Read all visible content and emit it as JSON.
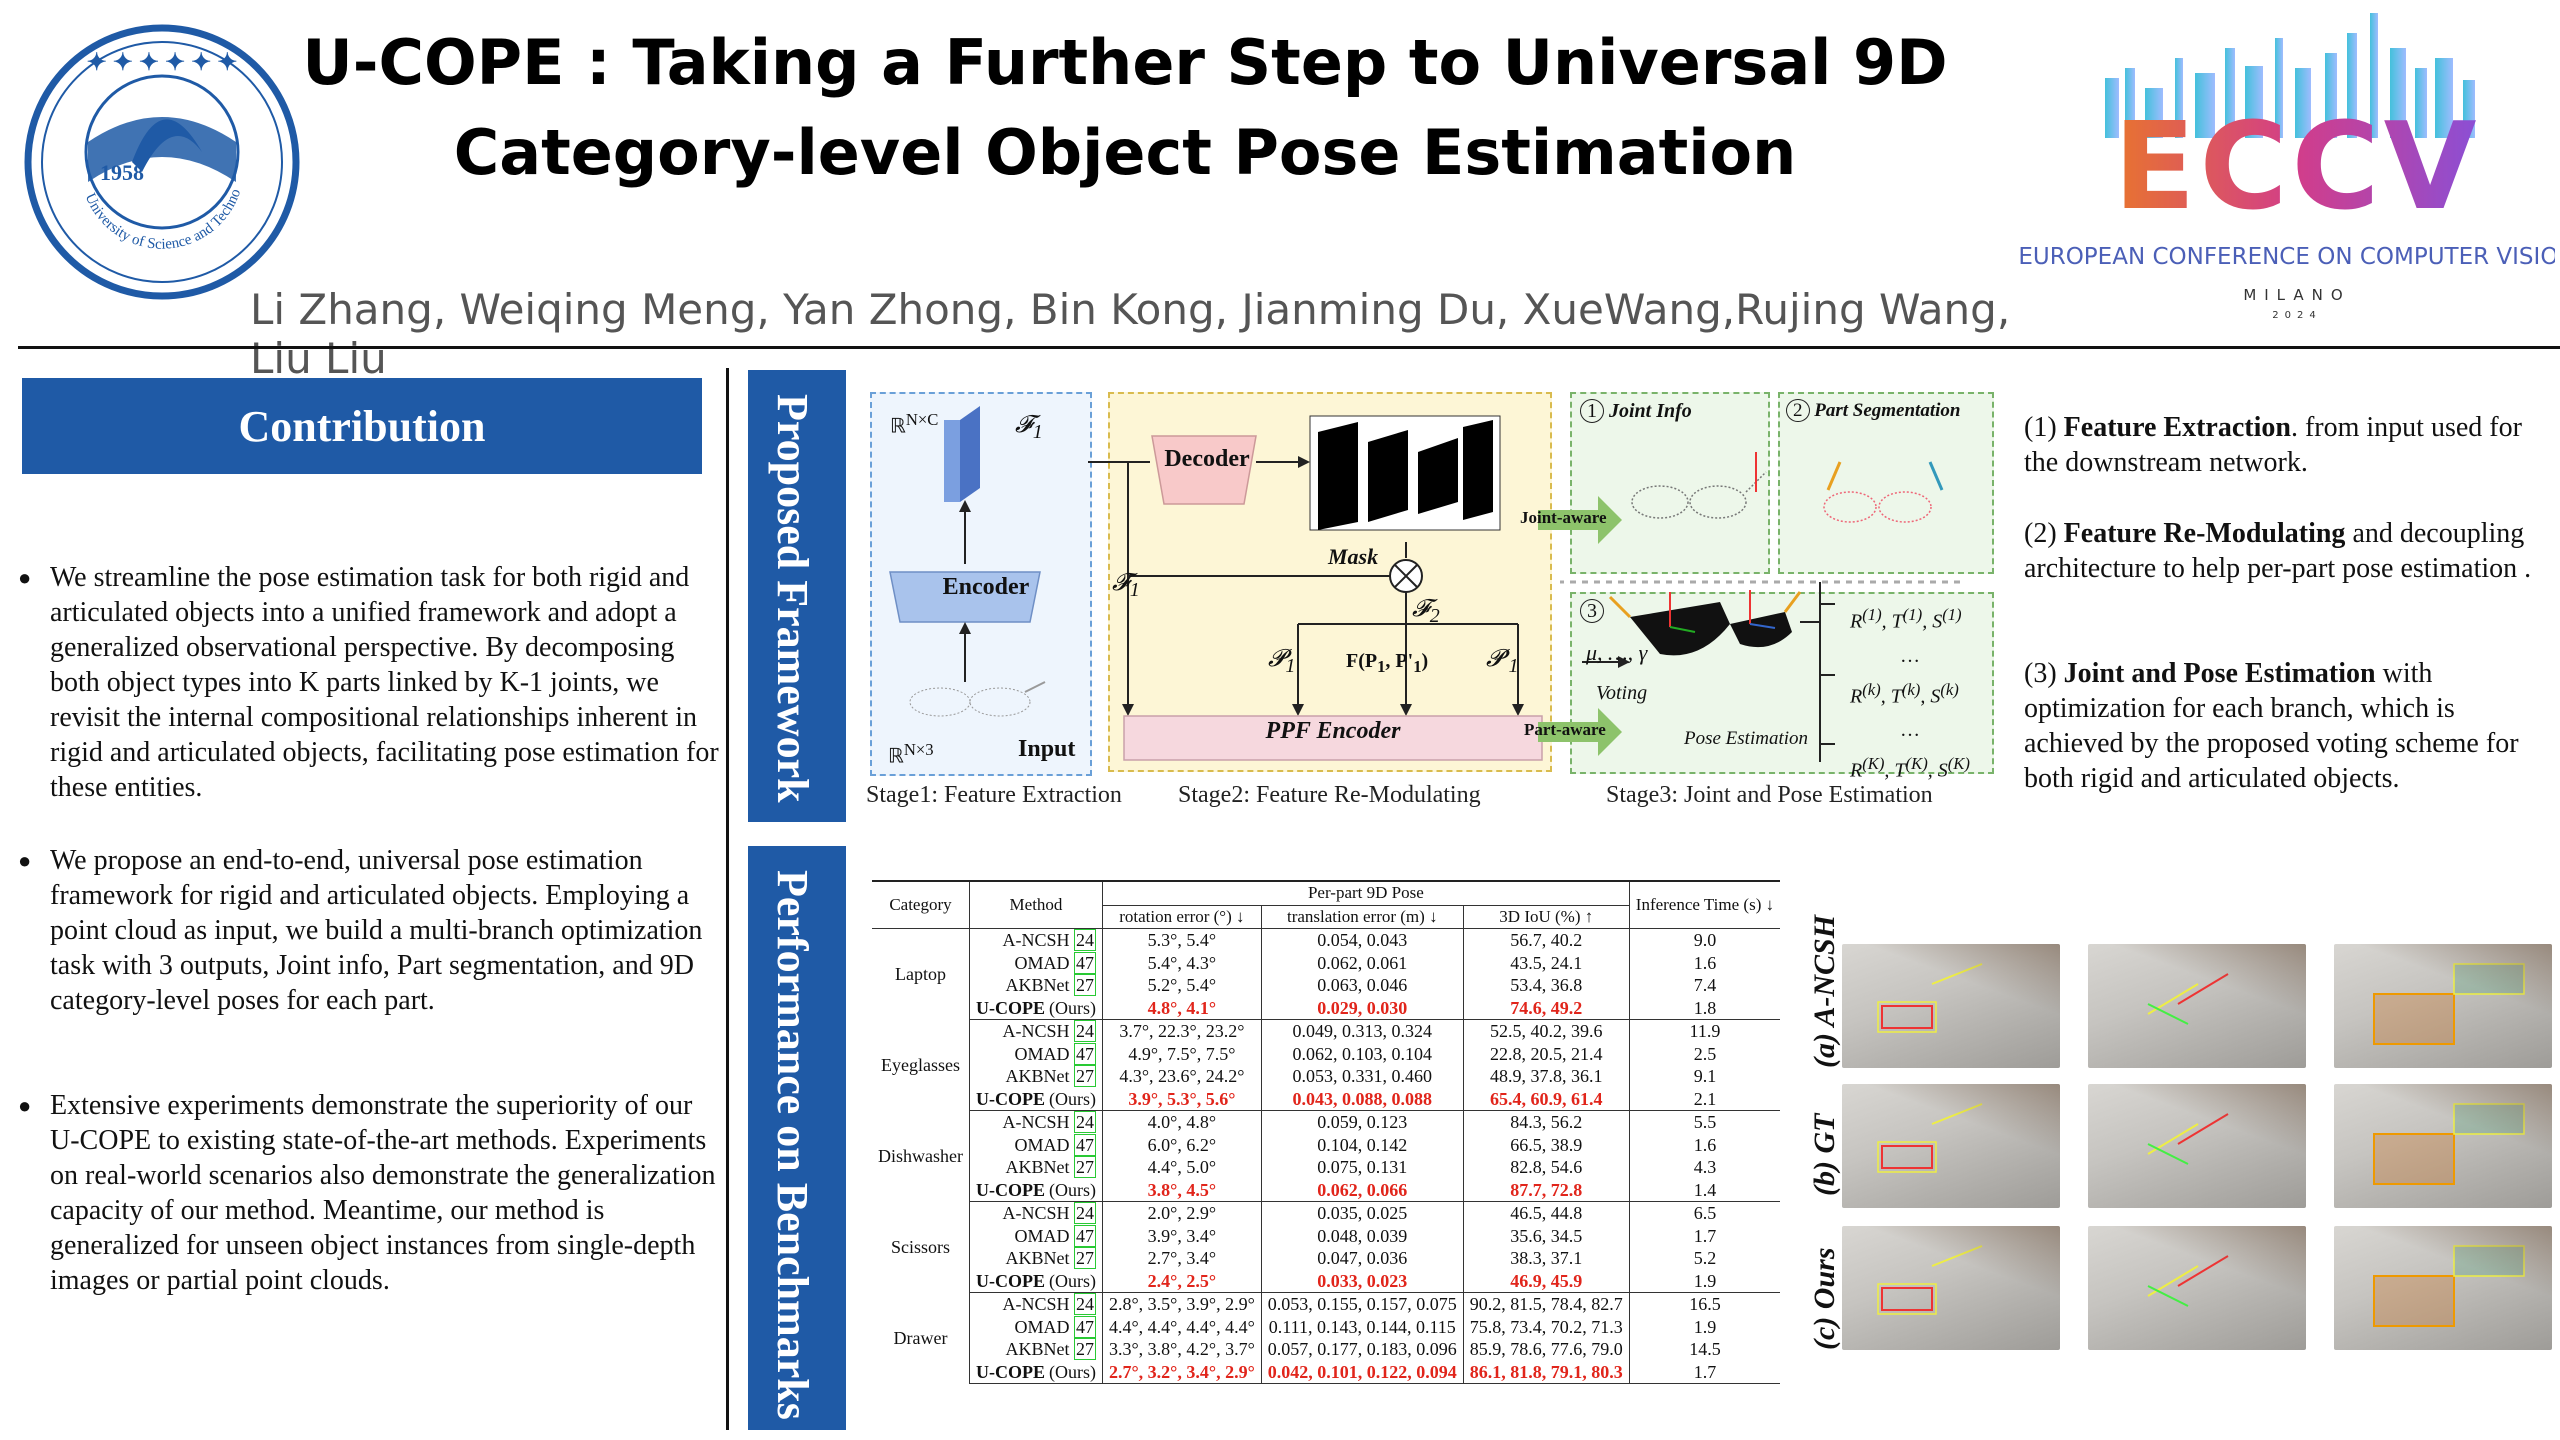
{
  "header": {
    "title_line1": "U-COPE : Taking a Further Step to Universal 9D",
    "title_line2": "Category-level Object Pose Estimation",
    "authors": "Li Zhang, Weiqing Meng, Yan Zhong, Bin Kong, Jianming Du, XueWang,Rujing Wang, Liu Liu",
    "logo_year": "1958",
    "logo_text": "University of Science and Technology of China",
    "eccv_name": "ECCV",
    "eccv_subtitle": "EUROPEAN CONFERENCE ON COMPUTER VISION",
    "eccv_city": "MILANO",
    "eccv_year": "2024"
  },
  "contribution": {
    "heading": "Contribution",
    "bullets": [
      "We streamline the pose estimation task for both rigid and articulated objects into a unified framework and adopt a generalized observational perspective. By decomposing both object types into K parts linked by K-1 joints, we revisit the internal compositional relationships inherent in rigid and articulated objects, facilitating pose estimation for these entities.",
      "We propose an end-to-end, universal pose estimation framework for rigid and articulated objects. Employing a point cloud as input, we build a multi-branch optimization task with 3 outputs,  Joint info, Part segmentation, and 9D category-level poses for each part.",
      "Extensive experiments demonstrate the superiority of our U-COPE to existing state-of-the-art methods. Experiments on real-world scenarios also demonstrate the generalization capacity of our method. Meantime, our method is generalized for unseen object instances from single-depth images or partial point clouds."
    ]
  },
  "framework": {
    "side_label": "Proposed Framework",
    "rnc": "ℝ",
    "rnc_sup": "N×C",
    "rn3_sup": "N×3",
    "f1": "𝓕",
    "f1_sub": "1",
    "f2_sub": "2",
    "encoder": "Encoder",
    "input": "Input",
    "decoder": "Decoder",
    "mask": "Mask",
    "p1": "𝓟",
    "p1_sub": "1",
    "fp": "F(P",
    "fp_rest": ", P'",
    "ppf": "PPF  Encoder",
    "joint_info": "Joint Info",
    "part_seg": "Part Segmentation",
    "joint_aware": "Joint-aware",
    "part_aware": "Part-aware",
    "circle1": "1",
    "circle2": "2",
    "circle3": "3",
    "mu": "μ, …, γ",
    "voting": "Voting",
    "pose_est": "Pose Estimation",
    "dots": "…",
    "stage1": "Stage1: Feature Extraction",
    "stage2": "Stage2: Feature Re-Modulating",
    "stage3": "Stage3: Joint and Pose Estimation",
    "notes": [
      {
        "num": "(1)",
        "bold": "Feature Extraction",
        "rest": ". from input used for the downstream network."
      },
      {
        "num": "(2)",
        "bold": "Feature Re-Modulating",
        "rest": " and decoupling architecture to help per-part pose estimation ."
      },
      {
        "num": "(3)",
        "bold": "Joint and Pose Estimation",
        "rest": " with optimization for each branch, which is achieved by the proposed voting scheme for both rigid and articulated objects."
      }
    ]
  },
  "benchmarks": {
    "side_label": "Performance on Benchmarks",
    "table": {
      "h_category": "Category",
      "h_method": "Method",
      "h_perpart": "Per-part 9D Pose",
      "h_rot": "rotation error (°) ↓",
      "h_trans": "translation error (m) ↓",
      "h_iou": "3D IoU (%) ↑",
      "h_time": "Inference Time  (s) ↓",
      "groups": [
        {
          "category": "Laptop",
          "rows": [
            {
              "m": "A-NCSH ",
              "ref": "24",
              "rot": "5.3°, 5.4°",
              "trans": "0.054, 0.043",
              "iou": "56.7, 40.2",
              "time": "9.0"
            },
            {
              "m": "OMAD ",
              "ref": "47",
              "rot": "5.4°, 4.3°",
              "trans": "0.062, 0.061",
              "iou": "43.5, 24.1",
              "time": "1.6"
            },
            {
              "m": "AKBNet ",
              "ref": "27",
              "rot": "5.2°, 5.4°",
              "trans": "0.063, 0.046",
              "iou": "53.4, 36.8",
              "time": "7.4"
            },
            {
              "m": "U-COPE",
              "ref": "",
              "ours": "(Ours)",
              "rot": "4.8°, 4.1°",
              "trans": "0.029, 0.030",
              "iou": "74.6, 49.2",
              "time": "1.8"
            }
          ]
        },
        {
          "category": "Eyeglasses",
          "rows": [
            {
              "m": "A-NCSH ",
              "ref": "24",
              "rot": "3.7°, 22.3°, 23.2°",
              "trans": "0.049, 0.313, 0.324",
              "iou": "52.5, 40.2, 39.6",
              "time": "11.9"
            },
            {
              "m": "OMAD ",
              "ref": "47",
              "rot": "4.9°, 7.5°, 7.5°",
              "trans": "0.062, 0.103, 0.104",
              "iou": "22.8, 20.5, 21.4",
              "time": "2.5"
            },
            {
              "m": "AKBNet ",
              "ref": "27",
              "rot": "4.3°, 23.6°, 24.2°",
              "trans": "0.053, 0.331, 0.460",
              "iou": "48.9, 37.8, 36.1",
              "time": "9.1"
            },
            {
              "m": "U-COPE",
              "ref": "",
              "ours": "(Ours)",
              "rot": "3.9°, 5.3°, 5.6°",
              "trans": "0.043, 0.088, 0.088",
              "iou": "65.4, 60.9, 61.4",
              "time": "2.1"
            }
          ]
        },
        {
          "category": "Dishwasher",
          "rows": [
            {
              "m": "A-NCSH ",
              "ref": "24",
              "rot": "4.0°, 4.8°",
              "trans": "0.059, 0.123",
              "iou": "84.3, 56.2",
              "time": "5.5"
            },
            {
              "m": "OMAD ",
              "ref": "47",
              "rot": "6.0°, 6.2°",
              "trans": "0.104, 0.142",
              "iou": "66.5, 38.9",
              "time": "1.6"
            },
            {
              "m": "AKBNet ",
              "ref": "27",
              "rot": "4.4°, 5.0°",
              "trans": "0.075, 0.131",
              "iou": "82.8, 54.6",
              "time": "4.3"
            },
            {
              "m": "U-COPE",
              "ref": "",
              "ours": "(Ours)",
              "rot": "3.8°, 4.5°",
              "trans": "0.062, 0.066",
              "iou": "87.7, 72.8",
              "time": "1.4"
            }
          ]
        },
        {
          "category": "Scissors",
          "rows": [
            {
              "m": "A-NCSH ",
              "ref": "24",
              "rot": "2.0°, 2.9°",
              "trans": "0.035, 0.025",
              "iou": "46.5, 44.8",
              "time": "6.5"
            },
            {
              "m": "OMAD ",
              "ref": "47",
              "rot": "3.9°, 3.4°",
              "trans": "0.048, 0.039",
              "iou": "35.6, 34.5",
              "time": "1.7"
            },
            {
              "m": "AKBNet ",
              "ref": "27",
              "rot": "2.7°, 3.4°",
              "trans": "0.047, 0.036",
              "iou": "38.3, 37.1",
              "time": "5.2"
            },
            {
              "m": "U-COPE",
              "ref": "",
              "ours": "(Ours)",
              "rot": "2.4°, 2.5°",
              "trans": "0.033, 0.023",
              "iou": "46.9, 45.9",
              "time": "1.9"
            }
          ]
        },
        {
          "category": "Drawer",
          "rows": [
            {
              "m": "A-NCSH ",
              "ref": "24",
              "rot": "2.8°, 3.5°, 3.9°, 2.9°",
              "trans": "0.053, 0.155, 0.157, 0.075",
              "iou": "90.2, 81.5, 78.4, 82.7",
              "time": "16.5"
            },
            {
              "m": "OMAD ",
              "ref": "47",
              "rot": "4.4°, 4.4°, 4.4°, 4.4°",
              "trans": "0.111, 0.143, 0.144, 0.115",
              "iou": "75.8, 73.4, 70.2, 71.3",
              "time": "1.9"
            },
            {
              "m": "AKBNet ",
              "ref": "27",
              "rot": "3.3°, 3.8°, 4.2°, 3.7°",
              "trans": "0.057, 0.177, 0.183, 0.096",
              "iou": "85.9, 78.6, 77.6, 79.0",
              "time": "14.5"
            },
            {
              "m": "U-COPE",
              "ref": "",
              "ours": "(Ours)",
              "rot": "2.7°, 3.2°, 3.4°, 2.9°",
              "trans": "0.042, 0.101, 0.122, 0.094",
              "iou": "86.1, 81.8, 79.1, 80.3",
              "time": "1.7"
            }
          ]
        }
      ]
    },
    "row_labels": [
      "(a) A-NCSH",
      "(b) GT",
      "(c) Ours"
    ]
  },
  "colors": {
    "accent_blue": "#1f5aa6",
    "highlight_red": "#e1251b",
    "ref_green": "#29c934",
    "stage2_bg": "#fdf6d6"
  }
}
